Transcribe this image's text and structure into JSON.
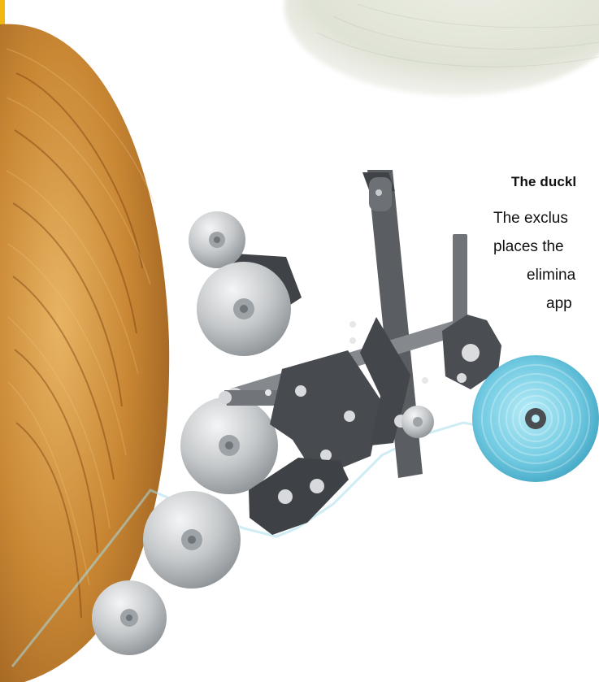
{
  "colors": {
    "accent_strip": "#f0b810",
    "bale_straw": "#c98734",
    "roller": "#b4b8bb",
    "frame": "#4a4c50",
    "film_roll": "#62c3dd"
  },
  "text": {
    "title": "The duckl",
    "lines": [
      "The exclus",
      "places the",
      "elimina",
      "app"
    ]
  }
}
